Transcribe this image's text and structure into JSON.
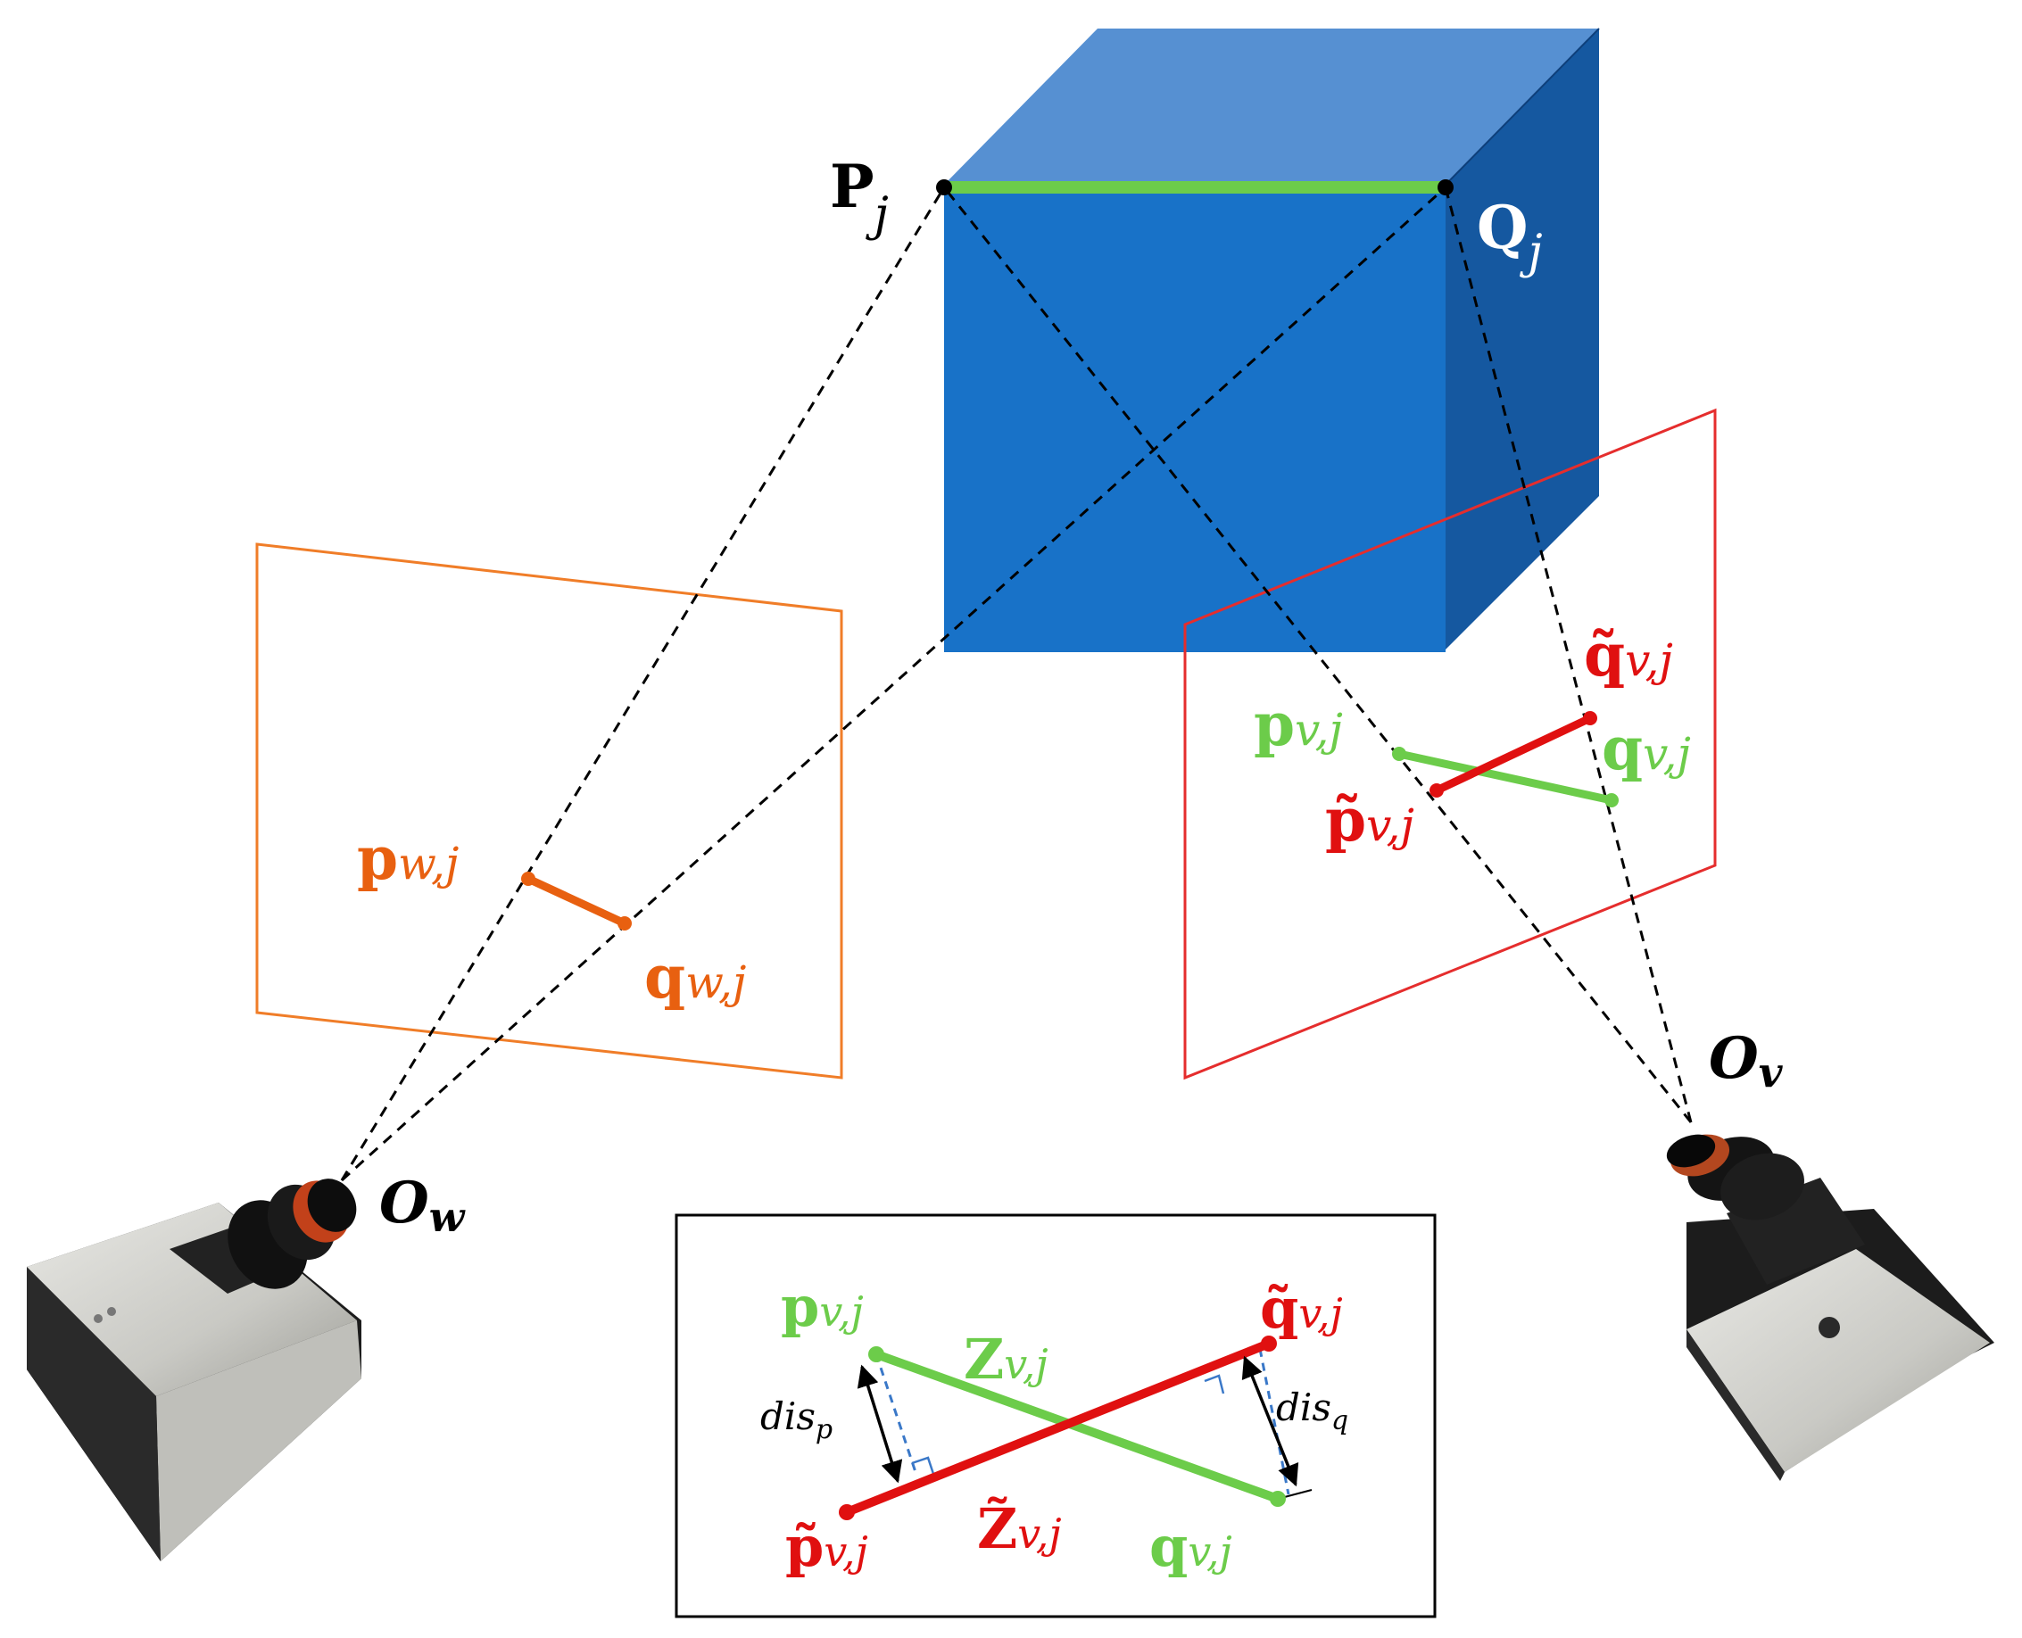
{
  "colors": {
    "cube_front": "#1872c8",
    "cube_top": "#5690d2",
    "cube_side": "#1558a0",
    "green": "#6ccc4a",
    "red": "#e01010",
    "orange": "#e86010",
    "orange_frame": "#f07d28",
    "red_frame": "#e52d2d",
    "black": "#000000",
    "white": "#ffffff",
    "proj_blue": "#3a78c8"
  },
  "labels": {
    "P_main": "P",
    "P_sub": "j",
    "Q_main": "Q",
    "Q_sub": "j",
    "pw_main": "p",
    "pw_sub": "w,j",
    "qw_main": "q",
    "qw_sub": "w,j",
    "ow_main": "O",
    "ow_sub": "w",
    "ov_main": "O",
    "ov_sub": "v",
    "pv_main": "p",
    "pv_sub": "v,j",
    "qv_main": "q",
    "qv_sub": "v,j",
    "ptv_main": "p̃",
    "ptv_sub": "v,j",
    "qtv_main": "q̃",
    "qtv_sub": "v,j",
    "z_main": "Z",
    "z_sub": "v,j",
    "zt_main": "Z̃",
    "zt_sub": "v,j",
    "dis": "dis",
    "disp_sub": "p",
    "disq_sub": "q"
  },
  "icons": [
    "left-camera-icon",
    "right-camera-icon"
  ]
}
